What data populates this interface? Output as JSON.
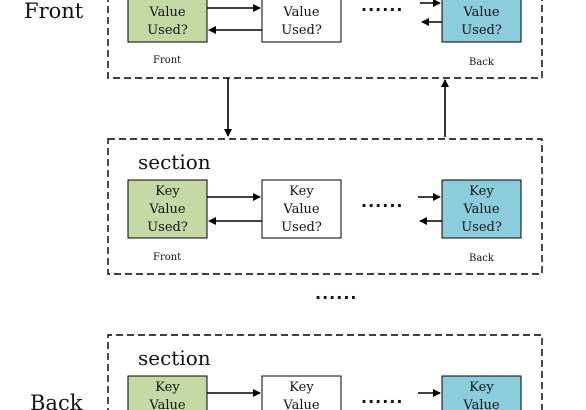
{
  "side_labels": {
    "front": "Front",
    "back": "Back"
  },
  "sections": [
    {
      "title": "",
      "nodes": [
        {
          "lines": [
            "Value",
            "Used?"
          ],
          "color": "#c5d9a5"
        },
        {
          "lines": [
            "Value",
            "Used?"
          ],
          "color": "#ffffff"
        },
        {
          "lines": [
            "Value",
            "Used?"
          ],
          "color": "#8ccddd"
        }
      ],
      "front_label": "Front",
      "back_label": "Back",
      "ellipsis": "······"
    },
    {
      "title": "section",
      "nodes": [
        {
          "lines": [
            "Key",
            "Value",
            "Used?"
          ],
          "color": "#c5d9a5"
        },
        {
          "lines": [
            "Key",
            "Value",
            "Used?"
          ],
          "color": "#ffffff"
        },
        {
          "lines": [
            "Key",
            "Value",
            "Used?"
          ],
          "color": "#8ccddd"
        }
      ],
      "front_label": "Front",
      "back_label": "Back",
      "ellipsis": "······"
    },
    {
      "title": "section",
      "nodes": [
        {
          "lines": [
            "Key",
            "Value"
          ],
          "color": "#c5d9a5"
        },
        {
          "lines": [
            "Key",
            "Value"
          ],
          "color": "#ffffff"
        },
        {
          "lines": [
            "Key",
            "Value"
          ],
          "color": "#8ccddd"
        }
      ],
      "front_label": "",
      "back_label": "",
      "ellipsis": "······"
    }
  ],
  "between_sections_ellipsis": "······"
}
